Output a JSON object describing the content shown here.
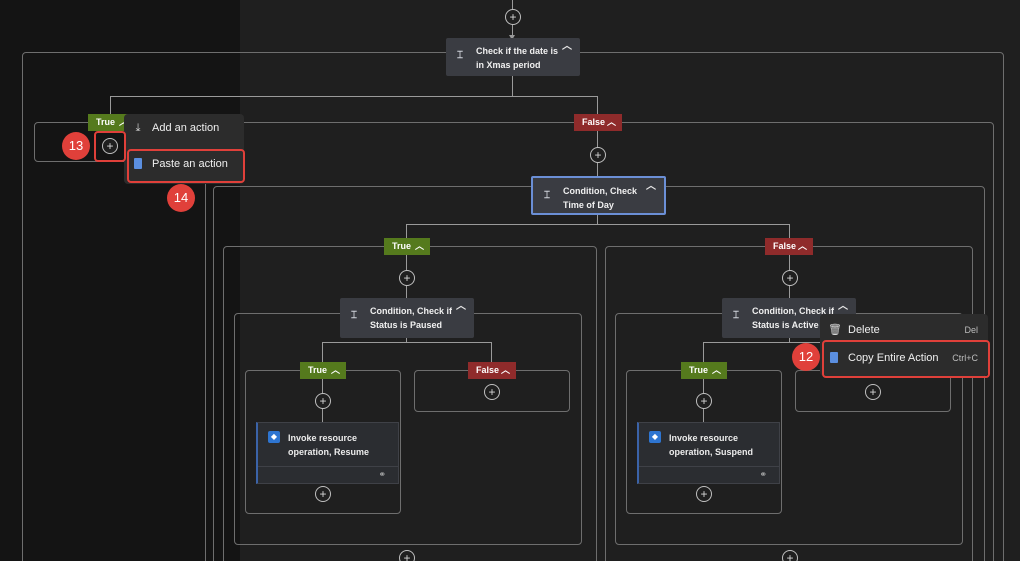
{
  "conditions": {
    "xmas": {
      "label": "Check if the date is in Xmas period"
    },
    "time": {
      "label": "Condition, Check Time of Day"
    },
    "paused": {
      "label": "Condition, Check if Status is Paused"
    },
    "active": {
      "label": "Condition, Check if Status is Active"
    }
  },
  "branches": {
    "true_label": "True",
    "false_label": "False"
  },
  "actions": {
    "resume": {
      "label": "Invoke resource operation, Resume"
    },
    "suspend": {
      "label": "Invoke resource operation, Suspend"
    }
  },
  "add_menu": {
    "add_action": "Add an action",
    "paste_action": "Paste an action"
  },
  "context_menu": {
    "delete": "Delete",
    "delete_shortcut": "Del",
    "copy": "Copy Entire Action",
    "copy_shortcut": "Ctrl+C"
  },
  "annotations": {
    "step_12": "12",
    "step_13": "13",
    "step_14": "14"
  },
  "colors": {
    "true_badge": "#557a1d",
    "false_badge": "#8f2b2b",
    "highlight": "#e0403a",
    "selected_border": "#6b8fd6"
  },
  "icons": [
    "plus-icon",
    "condition-icon",
    "chevron-up-icon",
    "add-action-icon",
    "paste-icon",
    "trash-icon",
    "copy-icon",
    "resource-cube-icon",
    "link-icon"
  ]
}
